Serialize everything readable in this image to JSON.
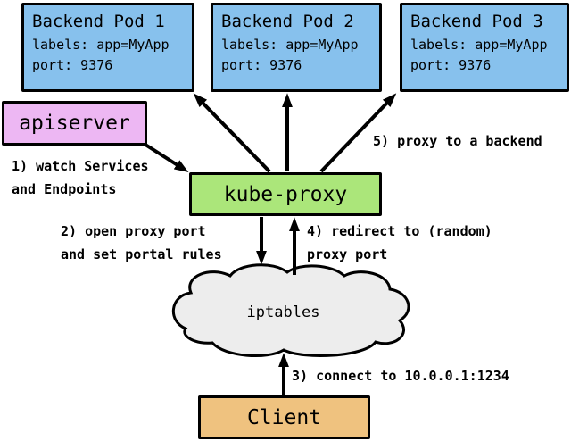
{
  "colors": {
    "pod_fill": "#87c1ed",
    "apiserver_fill": "#edb7f3",
    "kube_proxy_fill": "#abe67a",
    "client_fill": "#efc27f",
    "cloud_fill": "#ededed",
    "stroke": "#000000"
  },
  "nodes": {
    "pods": [
      {
        "title": "Backend Pod 1",
        "labels": "labels: app=MyApp",
        "port": "port: 9376"
      },
      {
        "title": "Backend Pod 2",
        "labels": "labels: app=MyApp",
        "port": "port: 9376"
      },
      {
        "title": "Backend Pod 3",
        "labels": "labels: app=MyApp",
        "port": "port: 9376"
      }
    ],
    "apiserver": {
      "label": "apiserver"
    },
    "kube_proxy": {
      "label": "kube-proxy"
    },
    "iptables": {
      "label": "iptables"
    },
    "client": {
      "label": "Client"
    }
  },
  "annotations": {
    "step1": "1) watch Services\nand Endpoints",
    "step2": "2) open proxy port\nand set portal rules",
    "step3": "3) connect to 10.0.0.1:1234",
    "step4": "4) redirect to (random)\nproxy port",
    "step5": "5) proxy to a backend"
  }
}
